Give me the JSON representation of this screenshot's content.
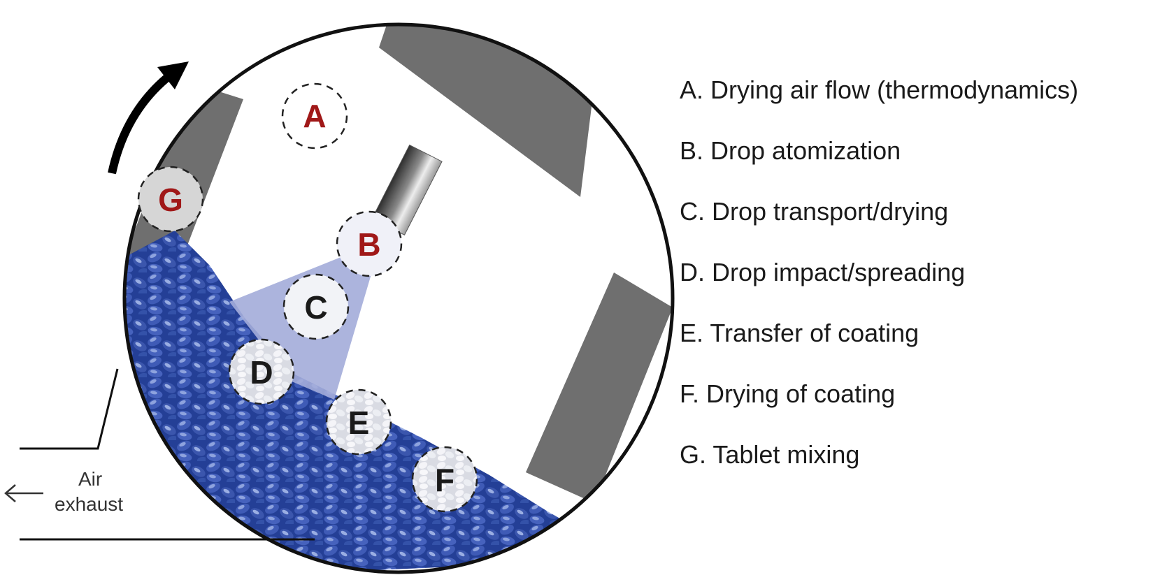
{
  "zones": [
    {
      "id": "A",
      "letter": "A",
      "color": "#a01818",
      "fill": "none"
    },
    {
      "id": "B",
      "letter": "B",
      "color": "#a01818",
      "fill": "spray"
    },
    {
      "id": "C",
      "letter": "C",
      "color": "#1a1a1a",
      "fill": "light"
    },
    {
      "id": "D",
      "letter": "D",
      "color": "#1a1a1a",
      "fill": "tablets"
    },
    {
      "id": "E",
      "letter": "E",
      "color": "#1a1a1a",
      "fill": "tablets"
    },
    {
      "id": "F",
      "letter": "F",
      "color": "#1a1a1a",
      "fill": "tablets"
    },
    {
      "id": "G",
      "letter": "G",
      "color": "#a01818",
      "fill": "grey"
    }
  ],
  "legend": [
    {
      "id": "A",
      "text": "A. Drying air flow (thermodynamics)"
    },
    {
      "id": "B",
      "text": "B. Drop atomization"
    },
    {
      "id": "C",
      "text": "C. Drop transport/drying"
    },
    {
      "id": "D",
      "text": "D. Drop impact/spreading"
    },
    {
      "id": "E",
      "text": "E. Transfer of coating"
    },
    {
      "id": "F",
      "text": "F. Drying of coating"
    },
    {
      "id": "G",
      "text": "G. Tablet mixing"
    }
  ],
  "exhaust": {
    "line1": "Air",
    "line2": "exhaust"
  },
  "colors": {
    "drum_outline": "#111111",
    "baffle": "#6f6f6f",
    "tablet_bed": "#3b56ad",
    "tablet_highlight": "#8ea3de",
    "spray_cone": "#a3acd9",
    "nozzle_dark": "#3a3a3a",
    "nozzle_light": "#e8e8e8",
    "red_letter": "#a01818"
  },
  "icons": {
    "rotation": "curved-arrow-icon",
    "exhaust": "left-arrow-icon",
    "nozzle": "spray-nozzle-icon"
  }
}
